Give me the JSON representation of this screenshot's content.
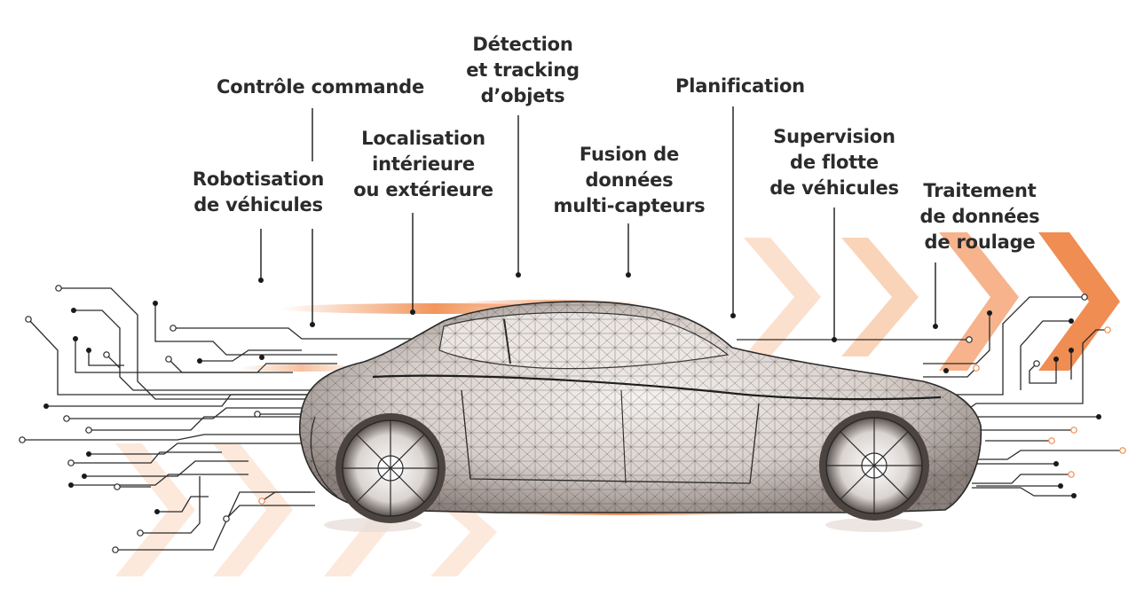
{
  "colors": {
    "accent": "#f08a4b",
    "accent_light": "#f9c9a8",
    "text": "#2b2b2b",
    "wire": "#2a2a2a"
  },
  "labels": [
    {
      "id": "robotisation",
      "lines": [
        "Robotisation",
        "de véhicules"
      ]
    },
    {
      "id": "controle",
      "lines": [
        "Contrôle commande"
      ]
    },
    {
      "id": "localisation",
      "lines": [
        "Localisation",
        "intérieure",
        "ou extérieure"
      ]
    },
    {
      "id": "detection",
      "lines": [
        "Détection",
        "et tracking",
        "d’objets"
      ]
    },
    {
      "id": "fusion",
      "lines": [
        "Fusion de",
        "données",
        "multi-capteurs"
      ]
    },
    {
      "id": "planification",
      "lines": [
        "Planification"
      ]
    },
    {
      "id": "supervision",
      "lines": [
        "Supervision",
        "de flotte",
        "de véhicules"
      ]
    },
    {
      "id": "traitement",
      "lines": [
        "Traitement",
        "de données",
        "de roulage"
      ]
    }
  ]
}
